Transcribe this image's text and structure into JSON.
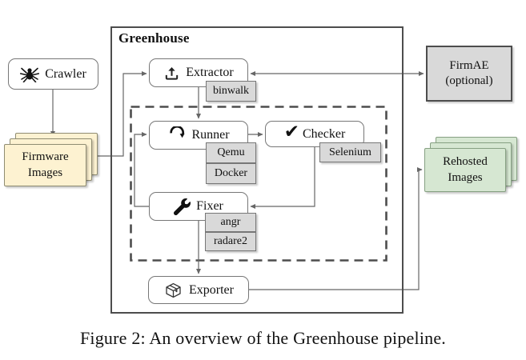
{
  "caption": "Figure 2: An overview of the Greenhouse pipeline.",
  "greenhouse": {
    "title": "Greenhouse"
  },
  "nodes": {
    "crawler": {
      "label": "Crawler",
      "icon": "spider-icon"
    },
    "extractor": {
      "label": "Extractor",
      "icon": "upload-tray-icon"
    },
    "runner": {
      "label": "Runner",
      "icon": "circular-arrow-icon"
    },
    "checker": {
      "label": "Checker",
      "icon": "checkmark-icon"
    },
    "fixer": {
      "label": "Fixer",
      "icon": "wrench-icon"
    },
    "exporter": {
      "label": "Exporter",
      "icon": "package-box-icon"
    }
  },
  "stacks": {
    "firmware": {
      "line1": "Firmware",
      "line2": "Images"
    },
    "rehosted": {
      "line1": "Rehosted",
      "line2": "Images"
    }
  },
  "external": {
    "firmae": {
      "line1": "FirmAE",
      "line2": "(optional)"
    }
  },
  "tools": {
    "binwalk": "binwalk",
    "qemu": "Qemu",
    "docker": "Docker",
    "selenium": "Selenium",
    "angr": "angr",
    "radare2": "radare2"
  },
  "checkmark_glyph": "✔",
  "colors": {
    "line": "#666666",
    "dark_stroke": "#4d4d4d",
    "box_stroke": "#777777",
    "gray_fill": "#d9d9d9",
    "yellow_fill": "#fdf2d1",
    "yellow_stroke": "#8f8c72",
    "green_fill": "#d6e7d2",
    "green_stroke": "#86a082",
    "icon_color": "#111111"
  }
}
